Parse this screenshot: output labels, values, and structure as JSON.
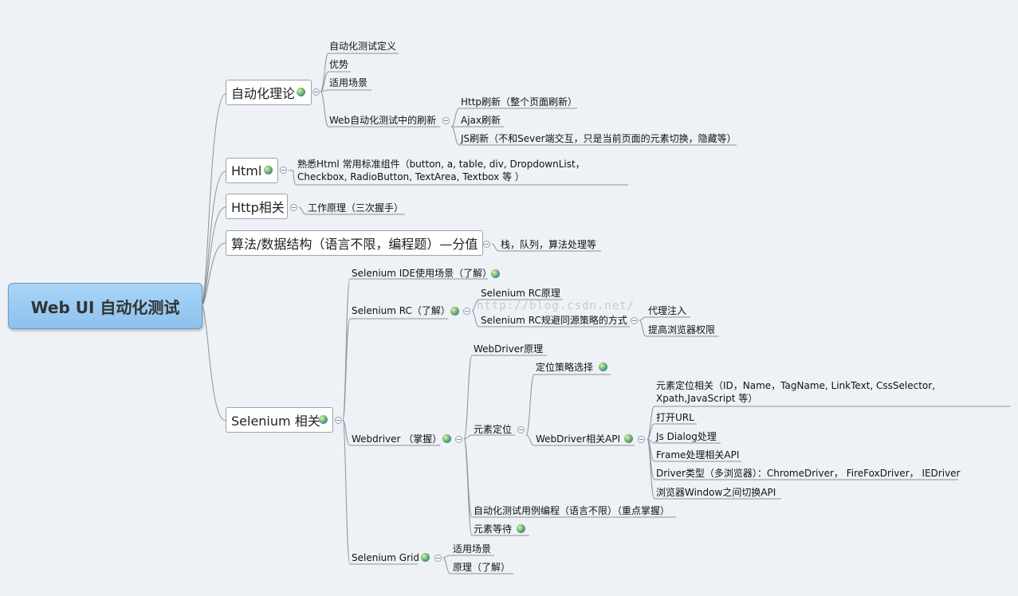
{
  "root": "Web UI 自动化测试",
  "watermark": "http://blog.csdn.net/",
  "branches": {
    "theory": {
      "label": "自动化理论",
      "children": [
        "自动化测试定义",
        "优势",
        "适用场景",
        "Web自动化测试中的刷新"
      ],
      "refresh": [
        "Http刷新（整个页面刷新）",
        "Ajax刷新",
        "JS刷新（不和Sever端交互，只是当前页面的元素切换，隐藏等）"
      ]
    },
    "html": {
      "label": "Html",
      "child": "熟悉Html 常用标准组件（button, a, table, div, DropdownList，Checkbox, RadioButton, TextArea, Textbox 等 ）"
    },
    "http": {
      "label": "Http相关",
      "child": "工作原理（三次握手）"
    },
    "algo": {
      "label": "算法/数据结构（语言不限，编程题）—分值",
      "child": "栈，队列，算法处理等"
    },
    "selenium": {
      "label": "Selenium 相关",
      "ide": "Selenium IDE使用场景（了解）",
      "rc": {
        "label": "Selenium RC（了解）",
        "children": [
          "Selenium RC原理",
          "Selenium RC规避同源策略的方式"
        ],
        "bypass": [
          "代理注入",
          "提高浏览器权限"
        ]
      },
      "webdriver": {
        "label": "Webdriver （掌握）",
        "principle": "WebDriver原理",
        "locate": {
          "label": "元素定位",
          "strategy": "定位策略选择",
          "api": {
            "label": "WebDriver相关API",
            "items": [
              "元素定位相关（ID，Name，TagName, LinkText, CssSelector, Xpath,JavaScript 等）",
              "打开URL",
              "Js Dialog处理",
              "Frame处理相关API",
              "Driver类型（多浏览器）：ChromeDriver， FireFoxDriver， IEDriver",
              "浏览器Window之间切换API"
            ]
          }
        },
        "cases": "自动化测试用例编程（语言不限）（重点掌握）",
        "wait": "元素等待"
      },
      "grid": {
        "label": "Selenium Grid",
        "children": [
          "适用场景",
          "原理（了解）"
        ]
      }
    }
  }
}
